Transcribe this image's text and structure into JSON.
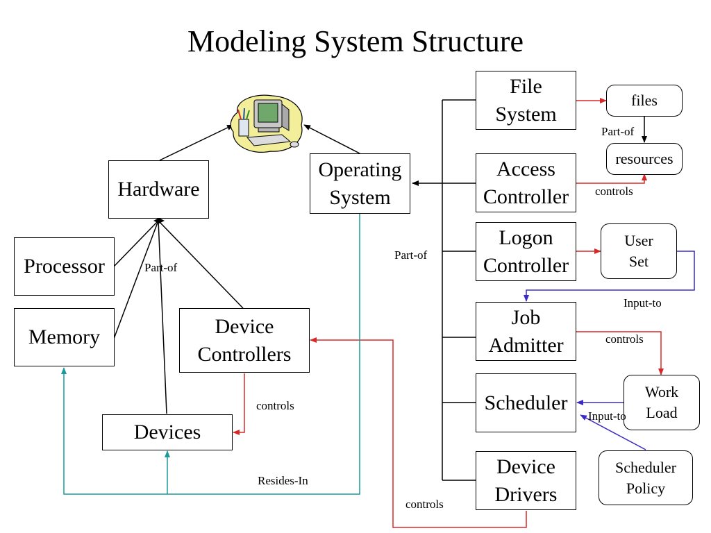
{
  "title": "Modeling System Structure",
  "nodes": {
    "hardware": "Hardware",
    "operating_system": "Operating\nSystem",
    "processor": "Processor",
    "memory": "Memory",
    "device_controllers": "Device\nControllers",
    "devices": "Devices",
    "file_system": "File\nSystem",
    "access_controller": "Access\nController",
    "logon_controller": "Logon\nController",
    "job_admitter": "Job\nAdmitter",
    "scheduler": "Scheduler",
    "device_drivers": "Device\nDrivers",
    "files": "files",
    "resources": "resources",
    "user_set": "User\nSet",
    "work_load": "Work\nLoad",
    "scheduler_policy": "Scheduler\nPolicy"
  },
  "labels": {
    "hw_part_of": "Part-of",
    "os_part_of": "Part-of",
    "files_part_of": "Part-of",
    "access_controls": "controls",
    "user_input_to": "Input-to",
    "job_controls": "controls",
    "scheduler_input_to": "Input-to",
    "devctl_controls": "controls",
    "resides_in": "Resides-In",
    "drivers_controls": "controls"
  },
  "colors": {
    "black_line": "#000000",
    "red_line": "#d62828",
    "blue_line": "#3a2bc4",
    "teal_line": "#1a9a9a"
  },
  "icons": {
    "computer": "computer-clipart-icon"
  }
}
